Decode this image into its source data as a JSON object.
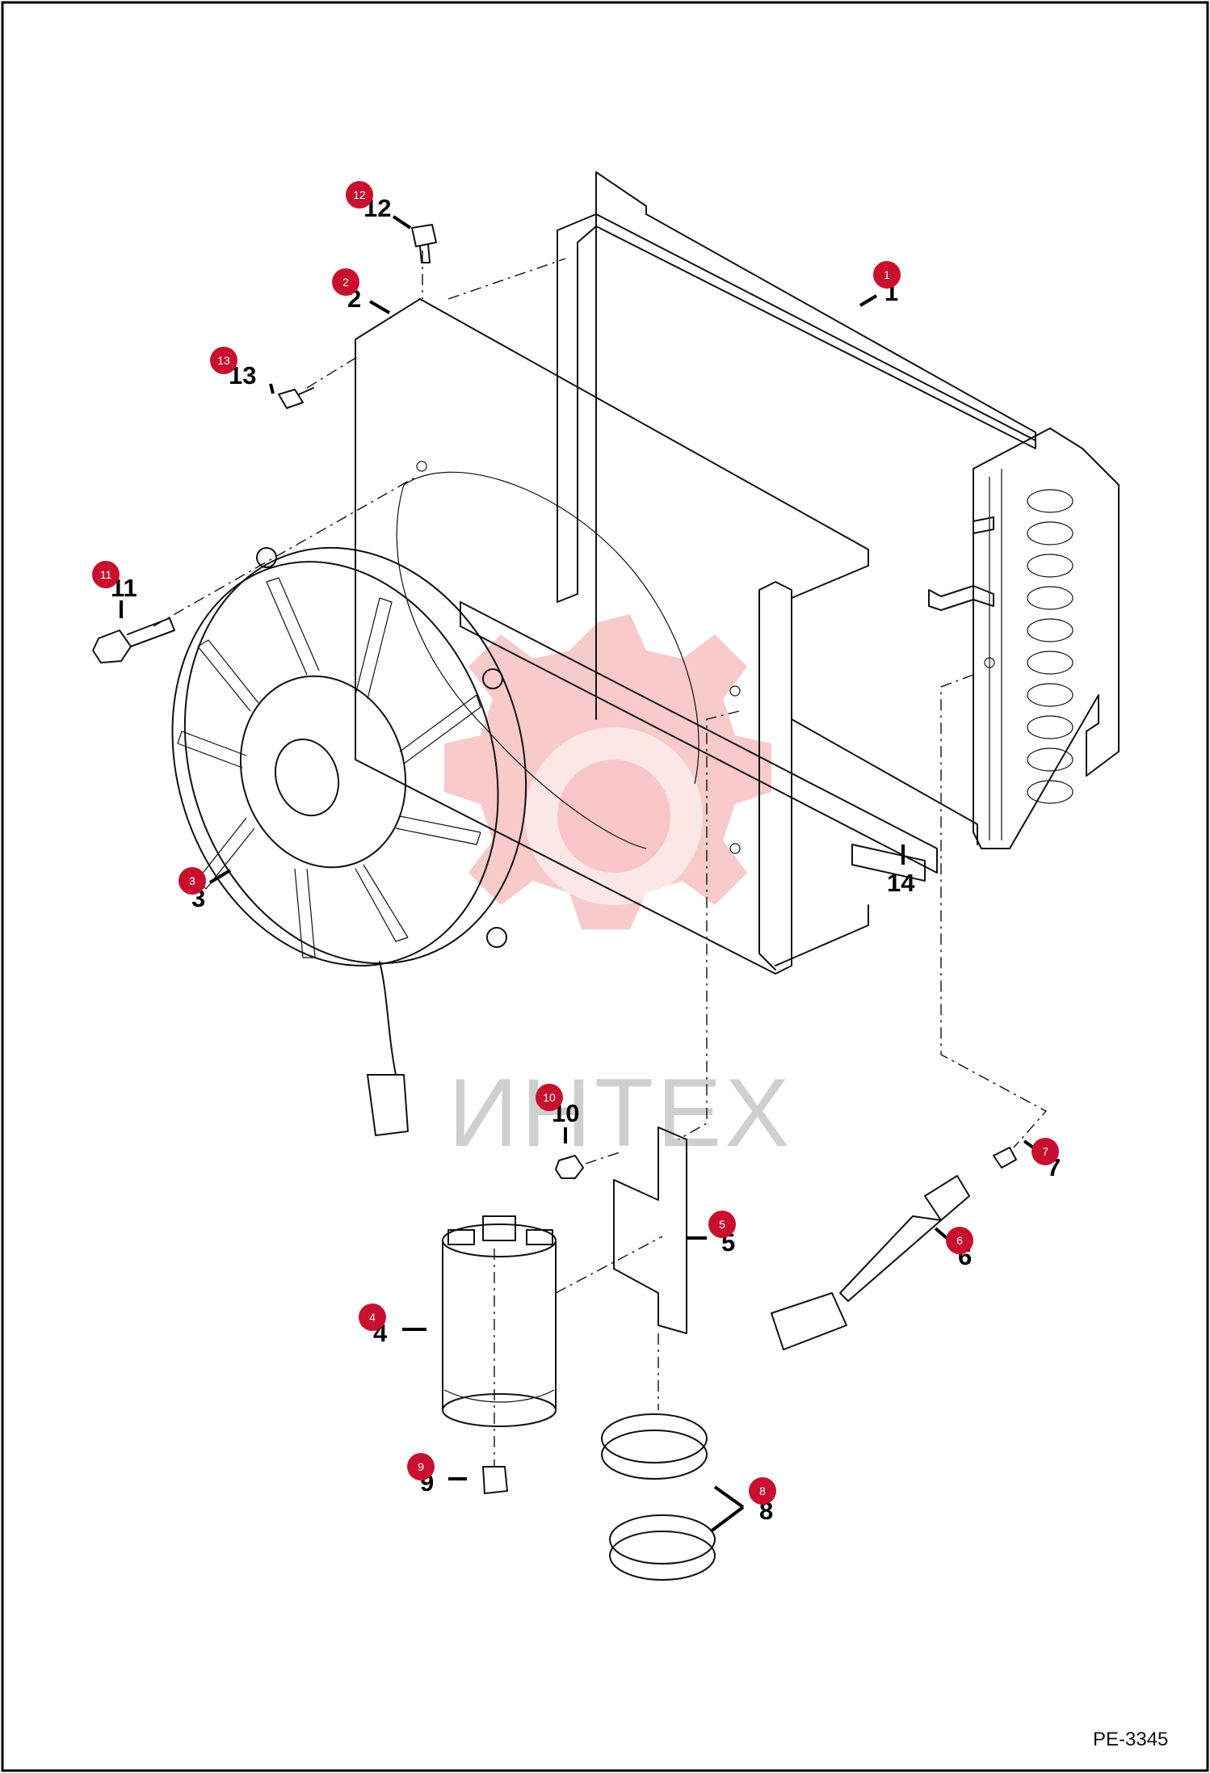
{
  "drawing": {
    "reference": "PE-3345",
    "watermark": "ИНТЕХ"
  },
  "callouts": [
    {
      "number": "1",
      "badge": "1"
    },
    {
      "number": "2",
      "badge": "2"
    },
    {
      "number": "3",
      "badge": "3"
    },
    {
      "number": "4",
      "badge": "4"
    },
    {
      "number": "5",
      "badge": "5"
    },
    {
      "number": "6",
      "badge": "6"
    },
    {
      "number": "7",
      "badge": "7"
    },
    {
      "number": "8",
      "badge": "8"
    },
    {
      "number": "9",
      "badge": "9"
    },
    {
      "number": "10",
      "badge": "10"
    },
    {
      "number": "11",
      "badge": "11"
    },
    {
      "number": "12",
      "badge": "12"
    },
    {
      "number": "13",
      "badge": "13"
    },
    {
      "number": "14",
      "badge": ""
    }
  ],
  "colors": {
    "badge": "#c8102e",
    "watermark": "#f08a8a",
    "line": "#111111"
  }
}
